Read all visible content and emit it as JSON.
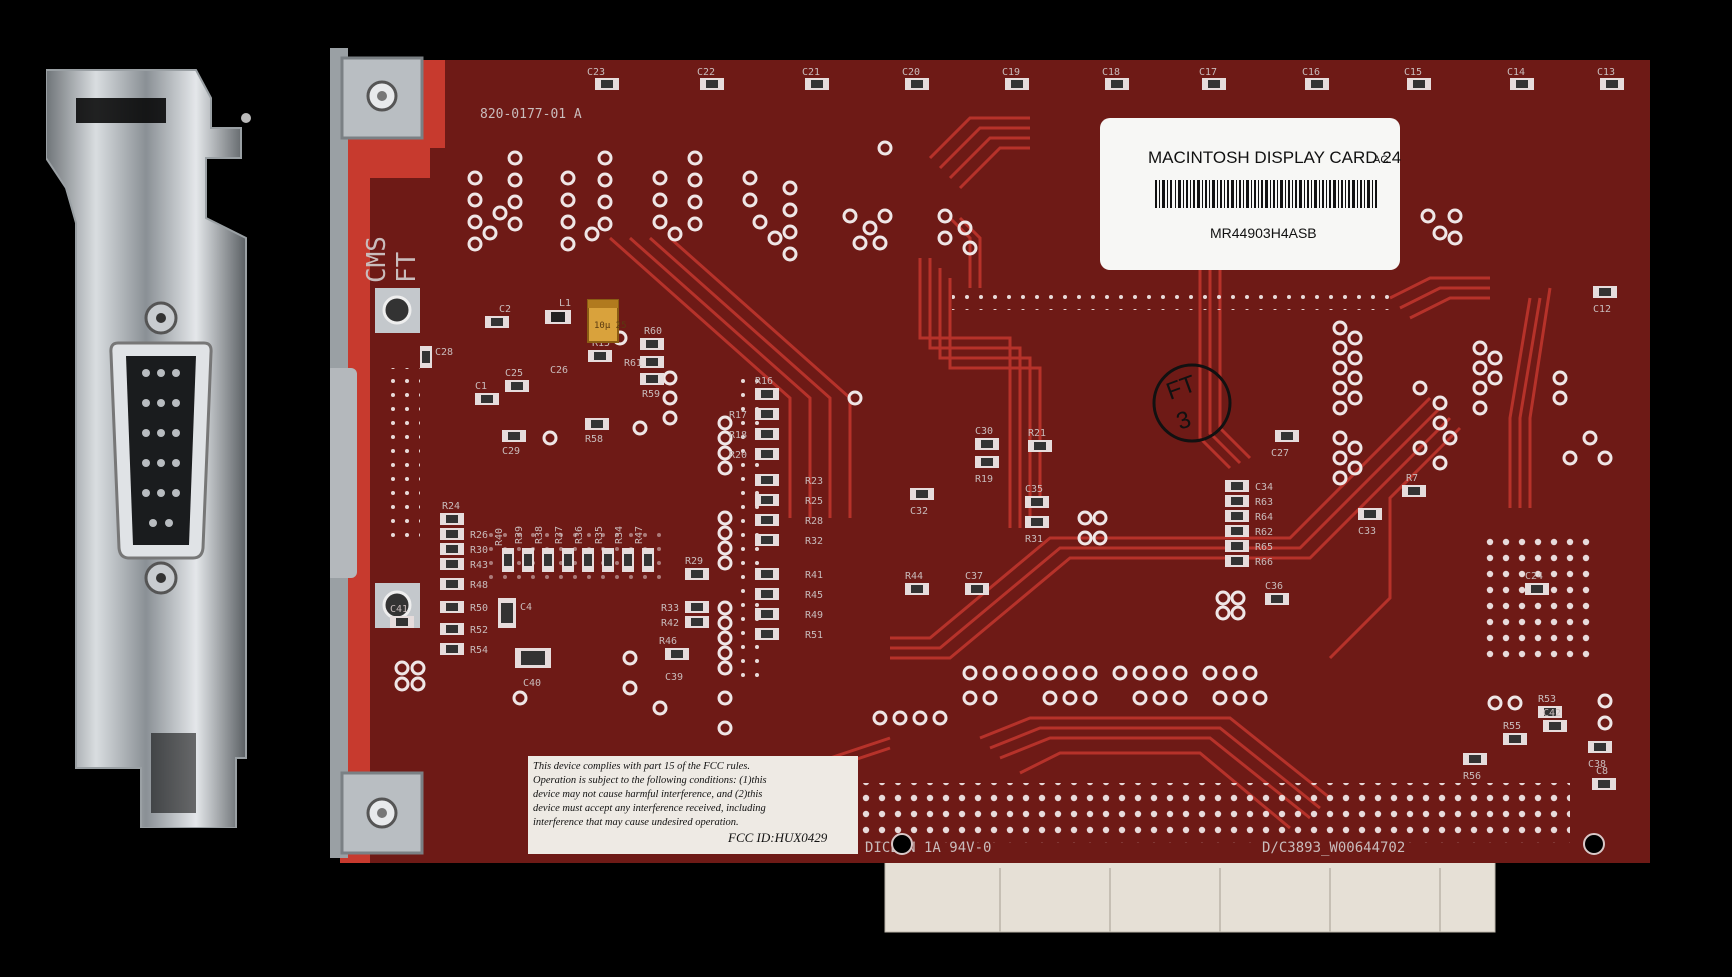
{
  "board": {
    "part_number": "820-0177-01  A",
    "cms_mark": "CMS",
    "ft_mark": "FT",
    "ft3_stamp_top": "FT",
    "ft3_stamp_bottom": "3",
    "manufacturer_mark": "DICEON 1A 94V-0",
    "date_code": "D/C3893_W00644702"
  },
  "label": {
    "title": "MACINTOSH DISPLAY CARD 24",
    "title_suffix": "AC",
    "serial": "MR44903H4ASB"
  },
  "fcc_notice": {
    "line1": "This device complies with part 15 of the FCC rules.",
    "line2": "Operation is subject to the following conditions: (1)this",
    "line3": "device may not cause harmful interference, and (2)this",
    "line4": "device must accept any interference received, including",
    "line5": "interference that may cause undesired operation.",
    "fcc_id": "FCC ID:HUX0429"
  },
  "capacitor": {
    "marking": "10μ 25"
  },
  "components": {
    "top_row": [
      "C23",
      "C22",
      "C21",
      "C20",
      "C19",
      "C18",
      "C17",
      "C16",
      "C15",
      "C14",
      "C13"
    ],
    "left_block": [
      "C2",
      "L1",
      "C28",
      "C25",
      "C26",
      "C1",
      "C29",
      "R15",
      "R61",
      "R60",
      "R59",
      "R58"
    ],
    "resistor_col_left": [
      "R24",
      "R26",
      "R30",
      "R43",
      "R48",
      "R50",
      "R52",
      "R54",
      "C41"
    ],
    "resistor_row": [
      "R40",
      "R39",
      "R38",
      "R37",
      "R36",
      "R35",
      "R34",
      "R47"
    ],
    "resistor_col_mid": [
      "R16",
      "R17",
      "R18",
      "R20",
      "R23",
      "R25",
      "R28",
      "R32",
      "R41",
      "R45",
      "R49",
      "R51"
    ],
    "misc_mid": [
      "R29",
      "R33",
      "R42",
      "R46",
      "C39",
      "C40",
      "C4",
      "C32",
      "R44",
      "C37",
      "C30",
      "R19",
      "R21",
      "C35",
      "R31"
    ],
    "right_stack": [
      "C34",
      "R63",
      "R64",
      "R62",
      "R65",
      "R66",
      "C36",
      "C27",
      "R7",
      "C33",
      "C12",
      "C24",
      "R53",
      "C42",
      "R55",
      "R56",
      "C38",
      "C8"
    ]
  }
}
